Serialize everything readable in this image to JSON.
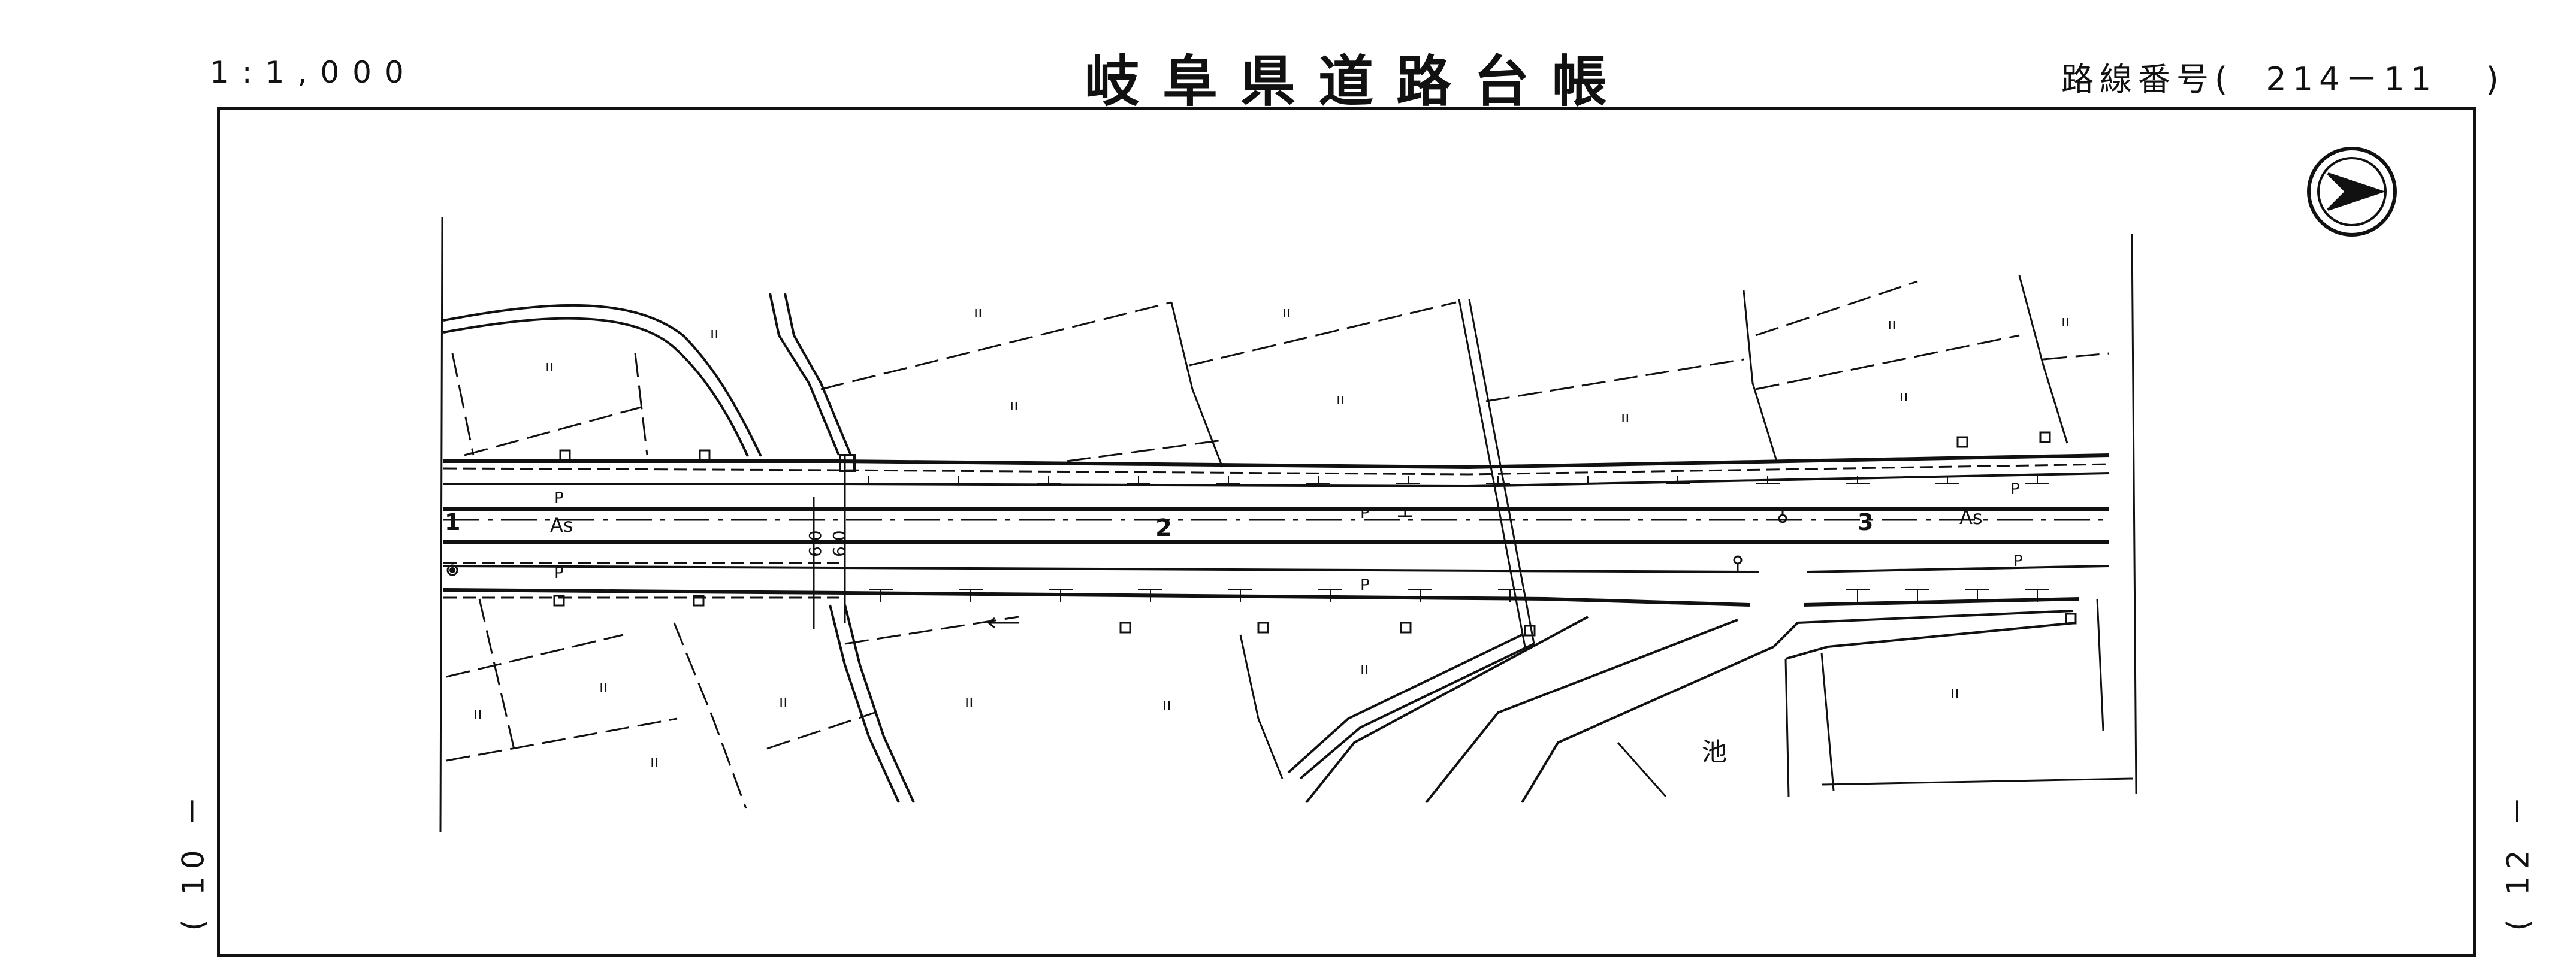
{
  "header": {
    "scale": "1:1,000",
    "title": "岐阜県道路台帳",
    "route_label": "路線番号(  214－11   )"
  },
  "side_refs": {
    "left": "( 10 －",
    "right": "( 12 －"
  },
  "map": {
    "pavement_labels": [
      "As",
      "As"
    ],
    "station_labels": [
      "1",
      "2",
      "3"
    ],
    "width_labels": [
      "6.0",
      "6.0"
    ],
    "pond_label": "池",
    "sidewalk_mark": "P",
    "field_mark": "ıı"
  },
  "icons": [
    "north-arrow-icon",
    "benchmark-icon"
  ],
  "colors": {
    "ink": "#111111",
    "paper": "#ffffff"
  }
}
